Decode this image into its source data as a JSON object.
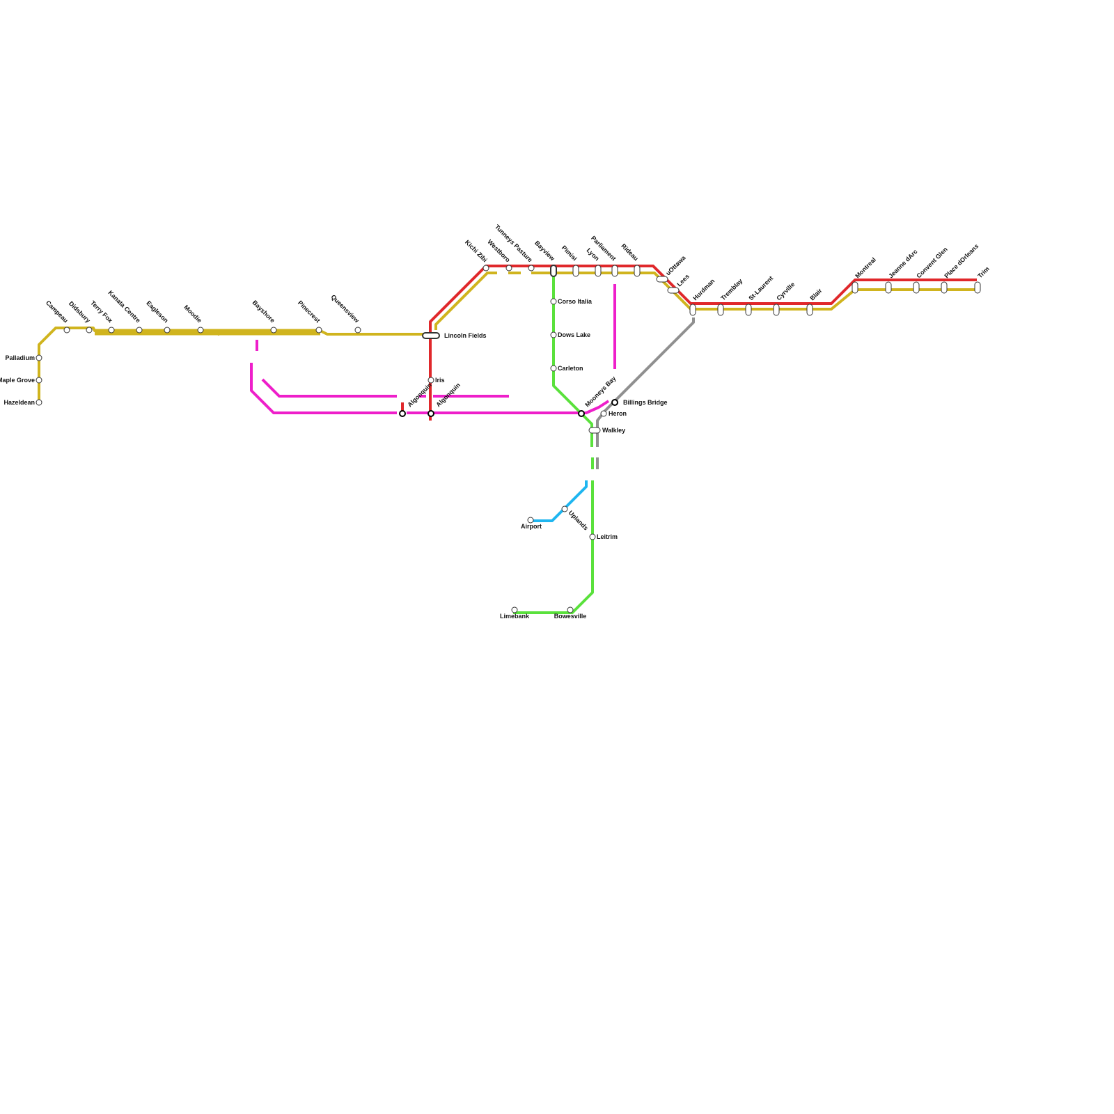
{
  "map": {
    "colors": {
      "red": "#e0282b",
      "gold": "#d0b41e",
      "magenta": "#ee1fca",
      "green": "#5ae13c",
      "grey": "#909090",
      "cyan": "#1fb6f0",
      "station_fill": "#ffffff",
      "station_stroke": "#333333"
    },
    "lines": [
      {
        "id": "red",
        "color_key": "red",
        "icon": "rail-line"
      },
      {
        "id": "gold",
        "color_key": "gold",
        "icon": "rail-line"
      },
      {
        "id": "magenta",
        "color_key": "magenta",
        "icon": "rail-line"
      },
      {
        "id": "green",
        "color_key": "green",
        "icon": "rail-line"
      },
      {
        "id": "grey",
        "color_key": "grey",
        "icon": "rail-line"
      },
      {
        "id": "cyan",
        "color_key": "cyan",
        "icon": "rail-line"
      }
    ],
    "stations": {
      "palladium": "Palladium",
      "maple_grove": "Maple Grove",
      "hazeldean": "Hazeldean",
      "campeau": "Campeau",
      "didsbury": "Didsbury",
      "terry_fox": "Terry Fox",
      "kanata_centre": "Kanata Centre",
      "eagleson": "Eagleson",
      "moodie": "Moodie",
      "bayshore": "Bayshore",
      "pinecrest": "Pinecrest",
      "queensview": "Queensview",
      "lincoln_fields": "Lincoln Fields",
      "iris": "Iris",
      "algonquin_a": "Algonquin",
      "algonquin_b": "Algonquin",
      "kichi_zibi": "Kichi Zibi",
      "westboro": "Westboro",
      "tunneys_pasture": "Tunneys Pasture",
      "bayview": "Bayview",
      "pimisi": "Pimisi",
      "lyon": "Lyon",
      "parliament": "Parliament",
      "rideau": "Rideau",
      "uottawa": "uOttawa",
      "lees": "Lees",
      "hurdman": "Hurdman",
      "tremblay": "Tremblay",
      "st_laurent": "St-Laurent",
      "cyrville": "Cyrville",
      "blair": "Blair",
      "montreal": "Montreal",
      "jeanne_darc": "Jeanne dArc",
      "convent_glen": "Convent Glen",
      "place_dorleans": "Place dOrleans",
      "trim": "Trim",
      "corso_italia": "Corso Italia",
      "dows_lake": "Dows Lake",
      "carleton": "Carleton",
      "mooneys_bay": "Mooneys Bay",
      "billings_bridge": "Billings Bridge",
      "heron": "Heron",
      "walkley": "Walkley",
      "uplands": "Uplands",
      "airport": "Airport",
      "leitrim": "Leitrim",
      "limebank": "Limebank",
      "bowesville": "Bowesville"
    }
  }
}
